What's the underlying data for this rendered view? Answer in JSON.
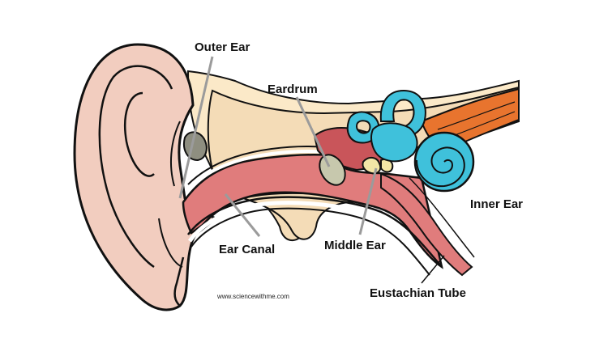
{
  "labels": {
    "outer_ear": "Outer Ear",
    "eardrum": "Eardrum",
    "inner_ear": "Inner Ear",
    "ear_canal": "Ear Canal",
    "middle_ear": "Middle Ear",
    "eustachian_tube": "Eustachian Tube"
  },
  "watermark": "www.sciencewithme.com",
  "colors": {
    "outer_ear_skin": "#f2cdbf",
    "ear_canal": "#e07c7c",
    "tissue_cream": "#fbe9c8",
    "tissue_tan": "#f4dcb7",
    "earwax": "#8e8e80",
    "eardrum": "#c7c8ad",
    "middle_ear_red": "#c9555a",
    "cochlea_blue": "#3fc1db",
    "ossicle_yellow": "#f3e6a6",
    "nerve_orange": "#e8742e",
    "outline": "#111111"
  }
}
